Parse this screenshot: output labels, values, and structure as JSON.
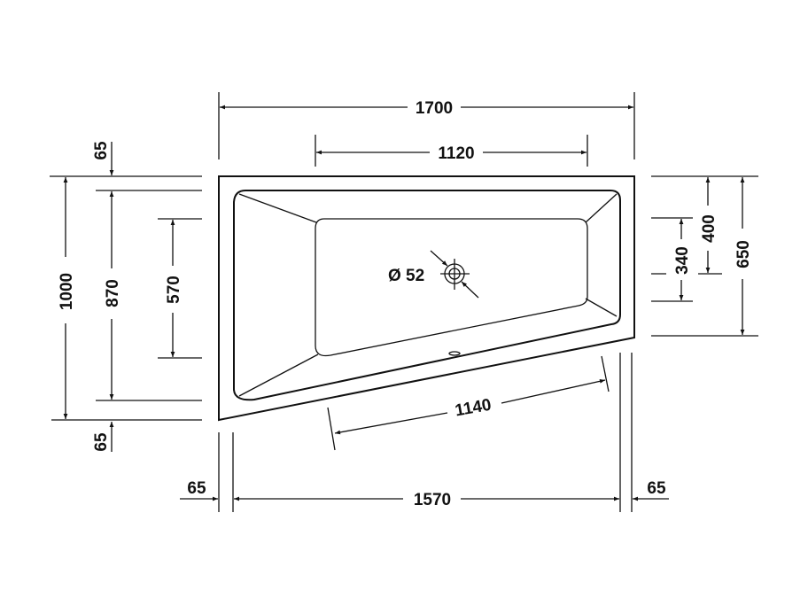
{
  "drawing": {
    "type": "technical-drawing",
    "subject": "corner bathtub top view",
    "dimensions": {
      "overall_width": "1700",
      "inner_top_width": "1120",
      "overall_depth": "1000",
      "inner_depth": "870",
      "floor_depth": "570",
      "right_depth": "650",
      "right_inner": "400",
      "drain_offset": "340",
      "top_rim": "65",
      "bottom_rim": "65",
      "left_rim": "65",
      "right_rim": "65",
      "bottom_width": "1570",
      "slanted_length": "1140",
      "drain_diameter": "Ø 52"
    }
  }
}
